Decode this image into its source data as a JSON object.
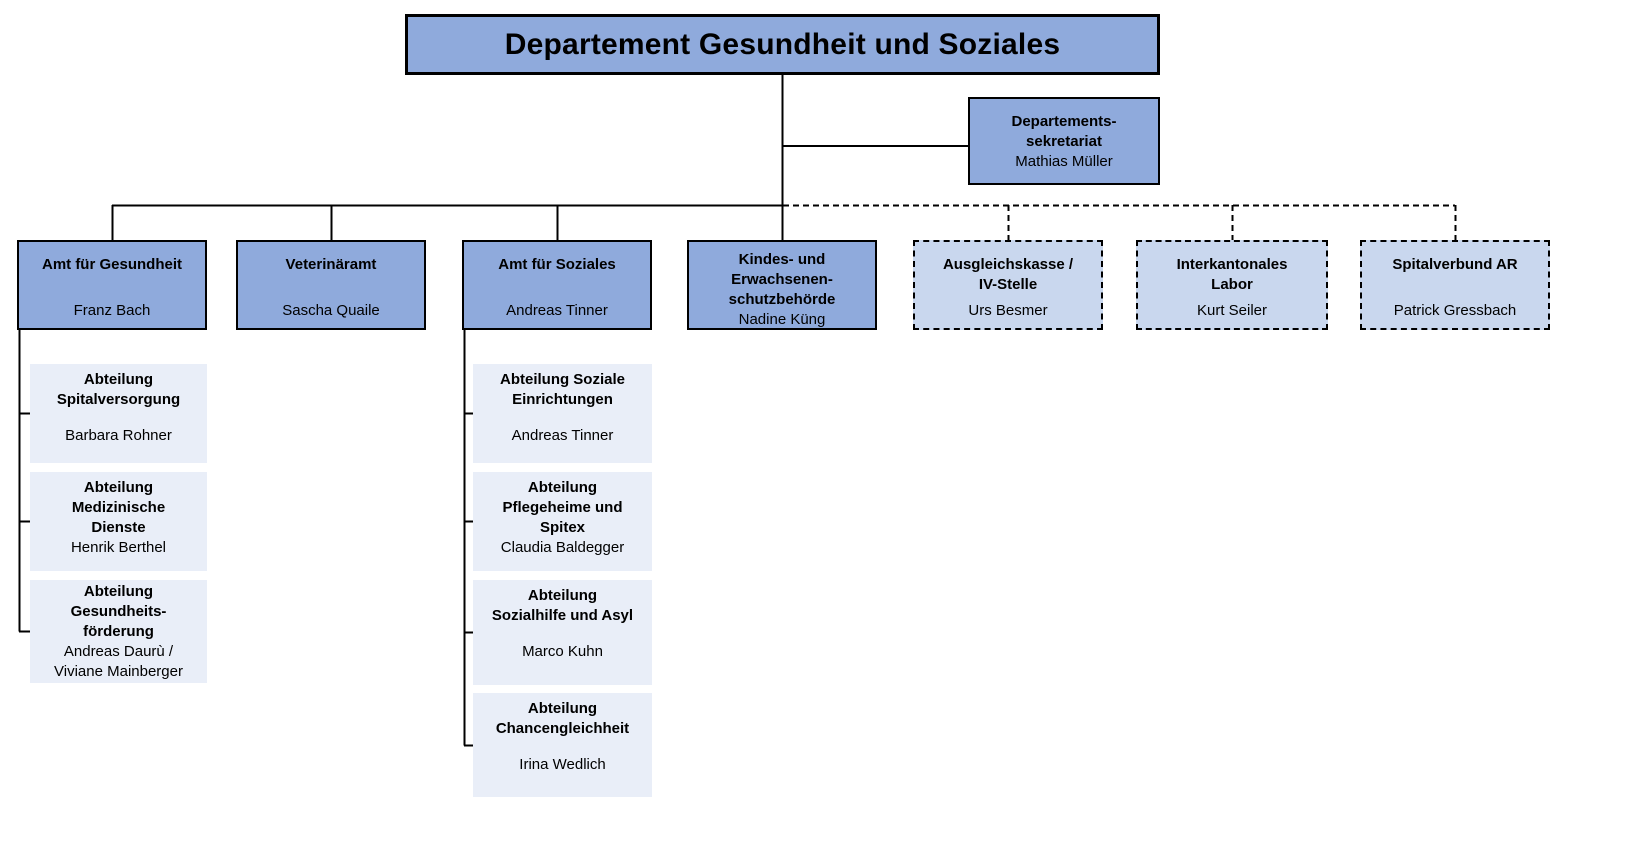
{
  "palette": {
    "box_blue": "#8FAADC",
    "box_light_blue": "#C9D7EE",
    "box_pale_blue": "#E9EEF8",
    "border": "#000000",
    "background": "#FFFFFF"
  },
  "root": {
    "title": "Departement Gesundheit und Soziales"
  },
  "secretariat": {
    "title": "Departements-\nsekretariat",
    "name": "Mathias Müller"
  },
  "offices": [
    {
      "title": "Amt für Gesundheit",
      "name": "Franz Bach",
      "style": "solid"
    },
    {
      "title": "Veterinäramt",
      "name": "Sascha Quaile",
      "style": "solid"
    },
    {
      "title": "Amt für Soziales",
      "name": "Andreas Tinner",
      "style": "solid"
    },
    {
      "title": "Kindes- und\nErwachsenen-\nschutzbehörde",
      "name": "Nadine Küng",
      "style": "solid"
    },
    {
      "title": "Ausgleichskasse /\nIV-Stelle",
      "name": "Urs Besmer",
      "style": "dashed"
    },
    {
      "title": "Interkantonales\nLabor",
      "name": "Kurt Seiler",
      "style": "dashed"
    },
    {
      "title": "Spitalverbund AR",
      "name": "Patrick Gressbach",
      "style": "dashed"
    }
  ],
  "gesundheit_departments": [
    {
      "title": "Abteilung\nSpitalversorgung",
      "name": "Barbara Rohner"
    },
    {
      "title": "Abteilung\nMedizinische\nDienste",
      "name": "Henrik Berthel"
    },
    {
      "title": "Abteilung\nGesundheits-\nförderung",
      "name": "Andreas Daurù /\nViviane Mainberger"
    }
  ],
  "soziales_departments": [
    {
      "title": "Abteilung Soziale\nEinrichtungen",
      "name": "Andreas Tinner"
    },
    {
      "title": "Abteilung\nPflegeheime und\nSpitex",
      "name": "Claudia Baldegger"
    },
    {
      "title": "Abteilung\nSozialhilfe und Asyl",
      "name": "Marco Kuhn"
    },
    {
      "title": "Abteilung\nChancengleichheit",
      "name": "Irina Wedlich"
    }
  ]
}
